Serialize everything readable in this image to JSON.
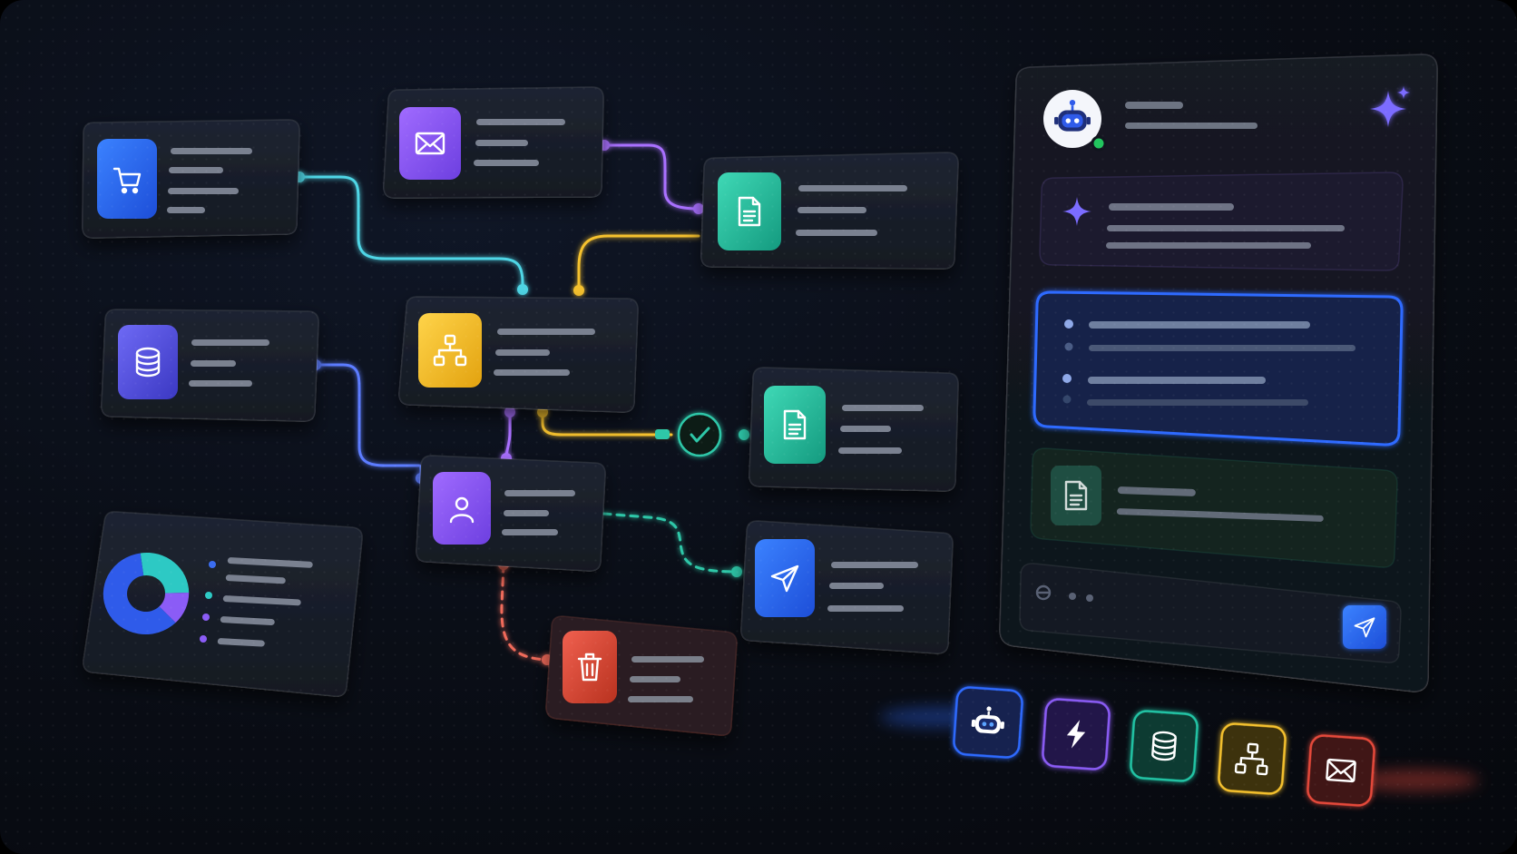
{
  "canvas": {
    "background": "#0a0e17"
  },
  "palette": {
    "blue": "#2f6bff",
    "purple": "#8b5cf6",
    "teal": "#22c4a5",
    "yellow": "#f5c12e",
    "red": "#e5493a",
    "indigo": "#5b57e8",
    "cyan": "#4fd6e6"
  },
  "flow_nodes": [
    {
      "id": "shop",
      "icon": "shopping-cart-icon",
      "accent": "#2f6bff"
    },
    {
      "id": "email",
      "icon": "envelope-icon",
      "accent": "#8b5cf6"
    },
    {
      "id": "document-top",
      "icon": "document-icon",
      "accent": "#22c4a5"
    },
    {
      "id": "database",
      "icon": "database-icon",
      "accent": "#5b57e8"
    },
    {
      "id": "hub",
      "icon": "hierarchy-icon",
      "accent": "#f5c12e"
    },
    {
      "id": "document-check",
      "icon": "document-icon",
      "accent": "#22c4a5"
    },
    {
      "id": "user",
      "icon": "user-icon",
      "accent": "#8b5cf6"
    },
    {
      "id": "send",
      "icon": "paper-plane-icon",
      "accent": "#2f6bff"
    },
    {
      "id": "delete",
      "icon": "trash-icon",
      "accent": "#e5493a"
    },
    {
      "id": "analytics",
      "icon": "donut-chart-icon",
      "accent": "#3b82f6"
    }
  ],
  "connections": [
    {
      "from": "shop",
      "to": "hub",
      "color": "#4fd6e6",
      "style": "solid"
    },
    {
      "from": "email",
      "to": "document-top",
      "color": "#a970ff",
      "style": "solid"
    },
    {
      "from": "document-top",
      "to": "hub",
      "color": "#f5c12e",
      "style": "solid"
    },
    {
      "from": "database",
      "to": "user",
      "color": "#5b7cff",
      "style": "solid"
    },
    {
      "from": "hub",
      "to": "user",
      "color": "#a970ff",
      "style": "solid"
    },
    {
      "from": "hub",
      "to": "document-check",
      "color": "#f5c12e",
      "style": "solid",
      "status": "check-icon"
    },
    {
      "from": "user",
      "to": "send",
      "color": "#2ec7a8",
      "style": "dashed"
    },
    {
      "from": "user",
      "to": "delete",
      "color": "#f06b5a",
      "style": "dashed"
    }
  ],
  "donut_segments": [
    {
      "value": 0.27,
      "color": "#2dc9c4"
    },
    {
      "value": 0.13,
      "color": "#8b5cf6"
    },
    {
      "value": 0.6,
      "color": "#2f5bea"
    }
  ],
  "assistant_panel": {
    "avatar_icon": "robot-icon",
    "online_status_color": "#22c55e",
    "header_icon": "sparkle-icon",
    "cards": [
      {
        "type": "suggestion",
        "icon": "sparkle-icon",
        "accent": "#8b5cf6"
      },
      {
        "type": "selected-list",
        "accent": "#2f6bff"
      },
      {
        "type": "document",
        "icon": "document-icon",
        "accent": "#22c4a5"
      }
    ],
    "composer": {
      "icon": "search-icon",
      "send_icon": "paper-plane-icon"
    }
  },
  "dock": [
    {
      "icon": "robot-icon",
      "color": "#2f6bff"
    },
    {
      "icon": "lightning-icon",
      "color": "#8b5cf6"
    },
    {
      "icon": "database-icon",
      "color": "#22c4a5"
    },
    {
      "icon": "hierarchy-icon",
      "color": "#f5c12e"
    },
    {
      "icon": "envelope-icon",
      "color": "#e5493a"
    }
  ]
}
